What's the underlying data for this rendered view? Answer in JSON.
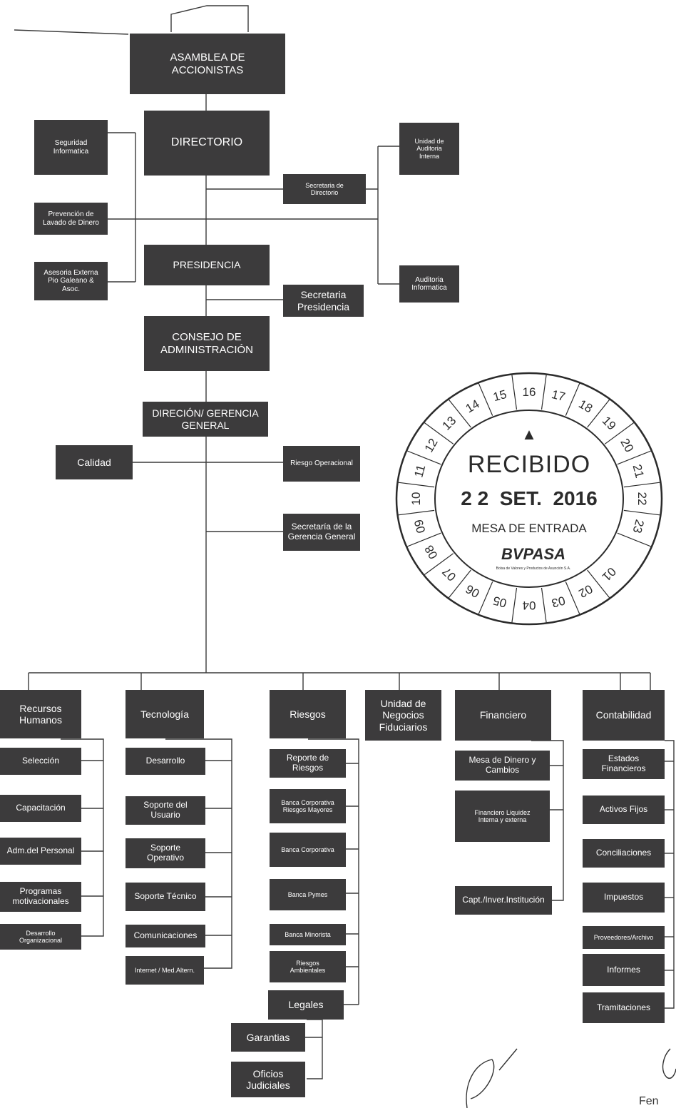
{
  "nodes": {
    "asamblea": "ASAMBLEA DE\nACCIONISTAS",
    "directorio": "DIRECTORIO",
    "seguridad": "Seguridad\nInformatica",
    "prevencion": "Prevención de\nLavado de Dinero",
    "asesoria": "Asesoria Externa\nPio Galeano &\nAsoc.",
    "unidad_auditoria": "Unidad de\nAuditoria\nInterna",
    "secretaria_directorio": "Secretaria de\nDirectorio",
    "auditoria_informatica": "Auditoria\nInformatica",
    "presidencia": "PRESIDENCIA",
    "secretaria_presidencia": "Secretaria\nPresidencia",
    "consejo": "CONSEJO DE\nADMINISTRACIÓN",
    "gerencia": "DIRECIÓN/ GERENCIA\nGENERAL",
    "calidad": "Calidad",
    "riesgo_operacional": "Riesgo Operacional",
    "secretaria_gerencia": "Secretaría de la\nGerencia General",
    "rrhh": "Recursos\nHumanos",
    "seleccion": "Selección",
    "capacitacion": "Capacitación",
    "adm_personal": "Adm.del Personal",
    "programas": "Programas\nmotivacionales",
    "desarrollo_org": "Desarrollo\nOrganizacional",
    "tecnologia": "Tecnología",
    "desarrollo": "Desarrollo",
    "soporte_usuario": "Soporte del\nUsuario",
    "soporte_operativo": "Soporte\nOperativo",
    "soporte_tecnico": "Soporte Técnico",
    "comunicaciones": "Comunicaciones",
    "internet": "Internet / Med.Altern.",
    "riesgos": "Riesgos",
    "reporte_riesgos": "Reporte de\nRiesgos",
    "banca_corp_mayores": "Banca Corporativa\nRiesgos Mayores",
    "banca_corp": "Banca Corporativa",
    "banca_pymes": "Banca Pymes",
    "banca_minorista": "Banca Minorista",
    "riesgos_ambientales": "Riesgos\nAmbientales",
    "legales": "Legales",
    "garantias": "Garantias",
    "oficios": "Oficios\nJudiciales",
    "fiduciarios": "Unidad de\nNegocios\nFiduciarios",
    "financiero": "Financiero",
    "mesa_dinero": "Mesa de Dinero y\nCambios",
    "fin_liquidez": "Financiero Liquidez\nInterna y externa",
    "capt_inver": "Capt./Inver.Institución",
    "contabilidad": "Contabilidad",
    "estados_fin": "Estados\nFinancieros",
    "activos_fijos": "Activos Fijos",
    "conciliaciones": "Conciliaciones",
    "impuestos": "Impuestos",
    "proveedores": "Proveedores/Archivo",
    "informes": "Informes",
    "tramitaciones": "Tramitaciones"
  },
  "stamp": {
    "title": "RECIBIDO",
    "date": "2 2  SET.  2016",
    "office": "MESA DE ENTRADA",
    "logo": "BVPASA",
    "logo_sub": "Bolsa de Valores y Productos de Asunción S.A.",
    "ring_numbers": [
      "01",
      "02",
      "03",
      "04",
      "05",
      "06",
      "07",
      "08",
      "09",
      "10",
      "11",
      "12",
      "13",
      "14",
      "15",
      "16",
      "17",
      "18",
      "19",
      "20",
      "21",
      "22",
      "23"
    ]
  },
  "footer": "Fen"
}
